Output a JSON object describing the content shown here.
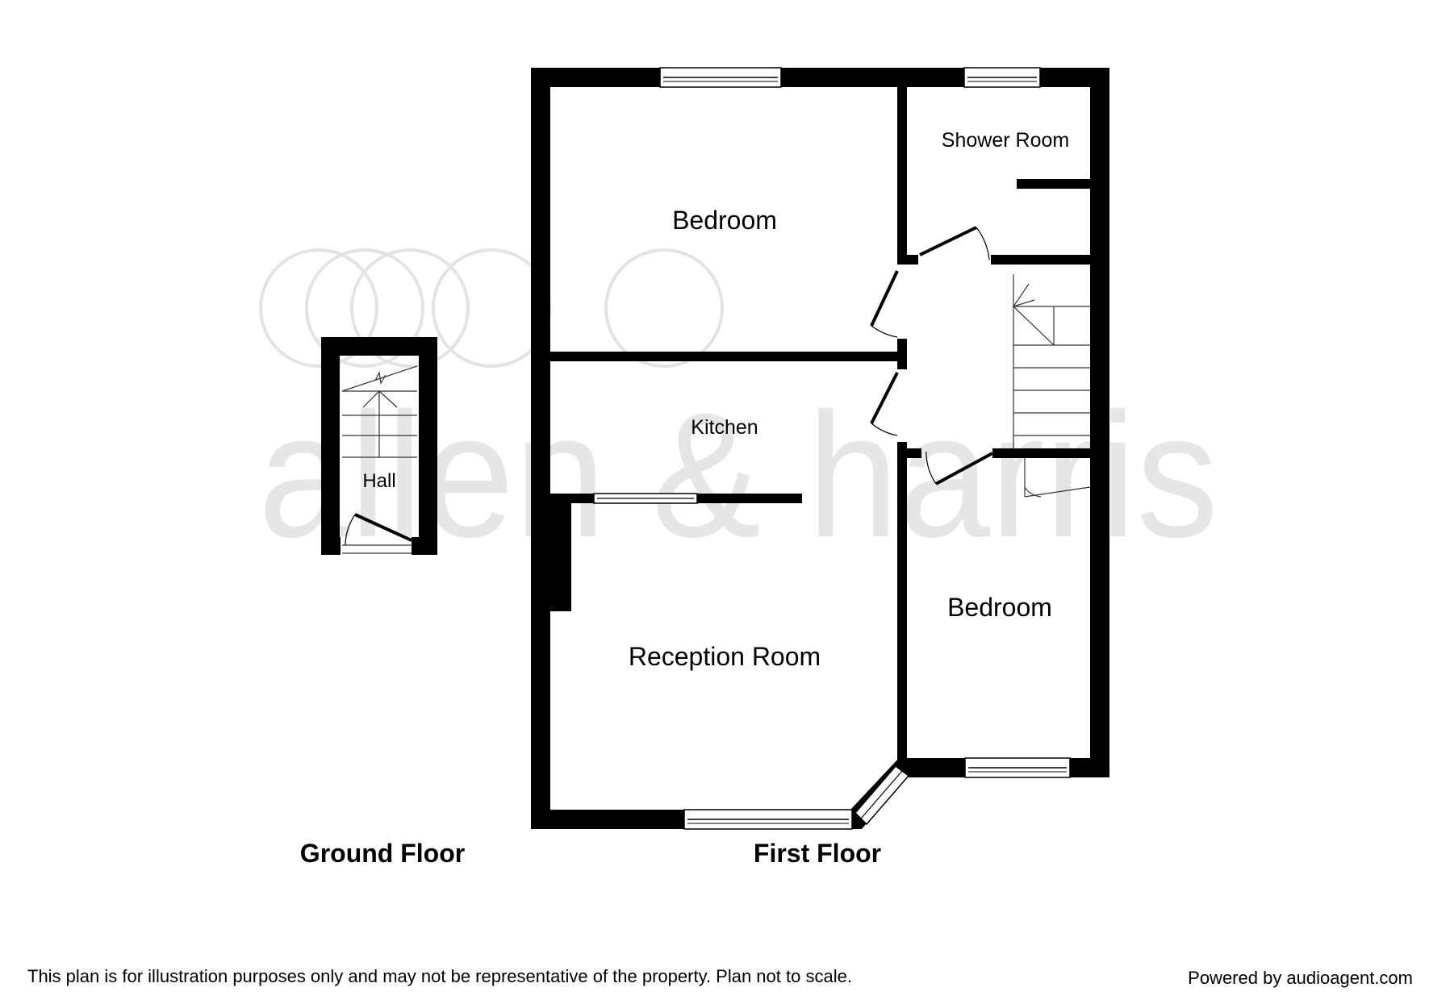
{
  "watermark": {
    "brand": "allen & harris",
    "color": "#e6e6e6"
  },
  "rooms": {
    "hall": "Hall",
    "bedroom_top": "Bedroom",
    "shower_room": "Shower Room",
    "kitchen": "Kitchen",
    "reception_room": "Reception Room",
    "bedroom_right": "Bedroom"
  },
  "floors": {
    "ground": "Ground Floor",
    "first": "First Floor"
  },
  "footer": {
    "disclaimer": "This plan is for illustration purposes only and may not be representative of the property. Plan not to scale.",
    "powered_by": "Powered by audioagent.com"
  },
  "colors": {
    "wall": "#000000",
    "background": "#ffffff"
  }
}
